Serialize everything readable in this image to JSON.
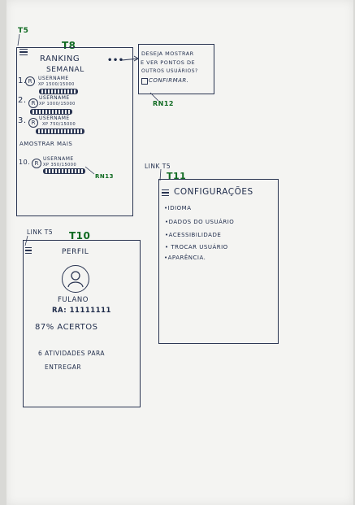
{
  "ranking_screen": {
    "tag_top": "T5",
    "tag_title": "T8",
    "title_line1": "RANKING",
    "title_line2": "SEMANAL",
    "entries": [
      {
        "rank": "1.",
        "username": "USERNAME",
        "xp": "XP 1500/15000"
      },
      {
        "rank": "2.",
        "username": "USERNAME",
        "xp": "XP 1000/15000"
      },
      {
        "rank": "3.",
        "username": "USERNAME",
        "xp": "XP 750/15000"
      }
    ],
    "show_more": "AMOSTRAR MAIS",
    "entry_10": {
      "rank": "10.",
      "username": "USERNAME",
      "xp": "XP 350/15000"
    },
    "rule_tag": "RN13"
  },
  "popup": {
    "line1": "DESEJA MOSTRAR",
    "line2": "E VER PONTOS DE",
    "line3": "OUTROS USUÁRIOS?",
    "confirm": "CONFIRMAR.",
    "rule_tag": "RN12"
  },
  "settings_screen": {
    "link": "LINK T5",
    "tag": "T11",
    "title": "CONFIGURAÇÕES",
    "items": [
      "•IDIOMA",
      "•DADOS DO USUÁRIO",
      "•ACESSIBILIDADE",
      "• TROCAR USUÁRIO",
      "•APARÊNCIA."
    ]
  },
  "profile_screen": {
    "link": "LINK T5",
    "tag": "T10",
    "title": "PERFIL",
    "name": "FULANO",
    "ra": "RA: 11111111",
    "hits": "87% ACERTOS",
    "tasks_line1": "6 ATIVIDADES PARA",
    "tasks_line2": "ENTREGAR"
  },
  "colors": {
    "ink": "#1e2b4a",
    "highlight": "#0f6a21",
    "paper": "#f4f4f2"
  }
}
